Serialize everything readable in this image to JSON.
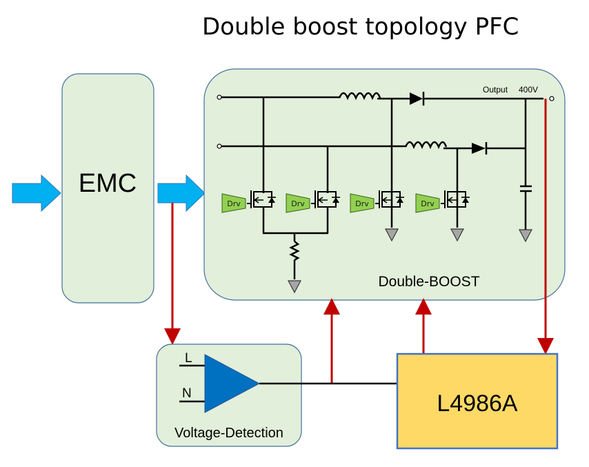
{
  "title": "Double boost topology PFC",
  "blocks": {
    "emc": {
      "label": "EMC"
    },
    "double_boost": {
      "label": "Double-BOOST",
      "output_label": "Output",
      "output_voltage": "400V"
    },
    "voltage_detection": {
      "label": "Voltage-Detection",
      "input_l": "L",
      "input_n": "N"
    },
    "controller": {
      "label": "L4986A"
    }
  },
  "driver_label": "Drv",
  "colors": {
    "block_fill": "#e2efda",
    "block_border": "#41719c",
    "controller_fill": "#ffd966",
    "controller_border": "#4472c4",
    "arrow_fill": "#00b0f0",
    "signal_red": "#c00000",
    "driver_fill": "#92d050",
    "amplifier_fill": "#0070c0",
    "ground_fill": "#a6a6a6"
  }
}
